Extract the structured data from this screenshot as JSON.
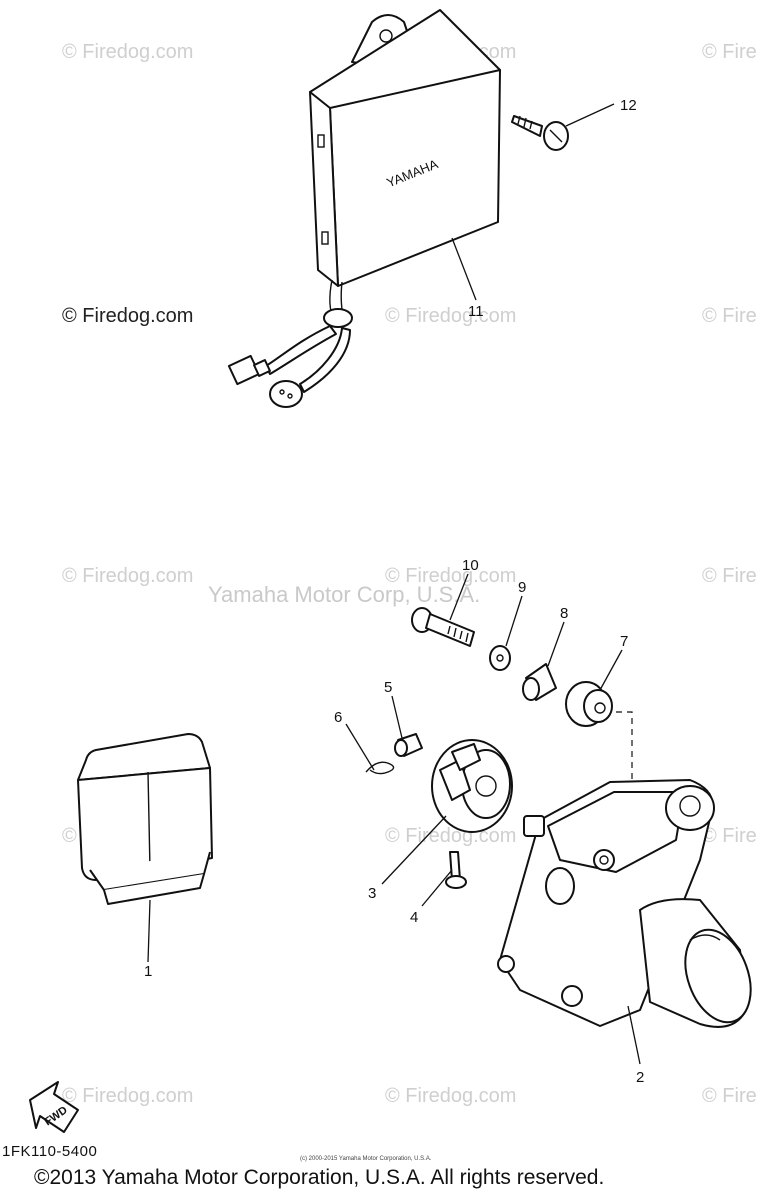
{
  "watermark_text": "© Firedog.com",
  "watermark_partial": "© Fire",
  "center_watermark": "Yamaha Motor Corp, U.S.A.",
  "brand_label": "YAMAHA",
  "fwd_label": "FWD",
  "callouts": [
    "1",
    "2",
    "3",
    "4",
    "5",
    "6",
    "7",
    "8",
    "9",
    "10",
    "11",
    "12"
  ],
  "diagram_code": "1FK110-5400",
  "tiny_notice": "(c) 2000-2015 Yamaha Motor Corporation, U.S.A.",
  "copyright": "©2013 Yamaha Motor Corporation, U.S.A. All rights reserved."
}
